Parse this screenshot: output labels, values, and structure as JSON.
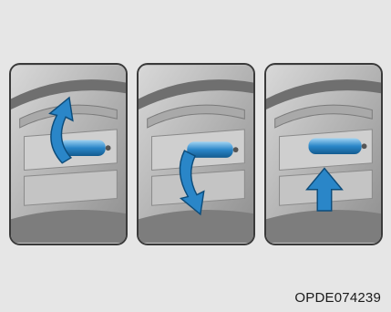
{
  "figure": {
    "code_label": "OPDE074239",
    "panels": [
      {
        "action": "lever-up",
        "arrow_icon": "curved-arrow-up-icon"
      },
      {
        "action": "lever-down",
        "arrow_icon": "curved-arrow-down-icon"
      },
      {
        "action": "lever-pull",
        "arrow_icon": "straight-arrow-up-icon"
      }
    ],
    "colors": {
      "background": "#e6e6e6",
      "lever_blue": "#2a86c8",
      "panel_frame": "#3a3a3a",
      "housing_gray": "#bdbdbd"
    }
  }
}
